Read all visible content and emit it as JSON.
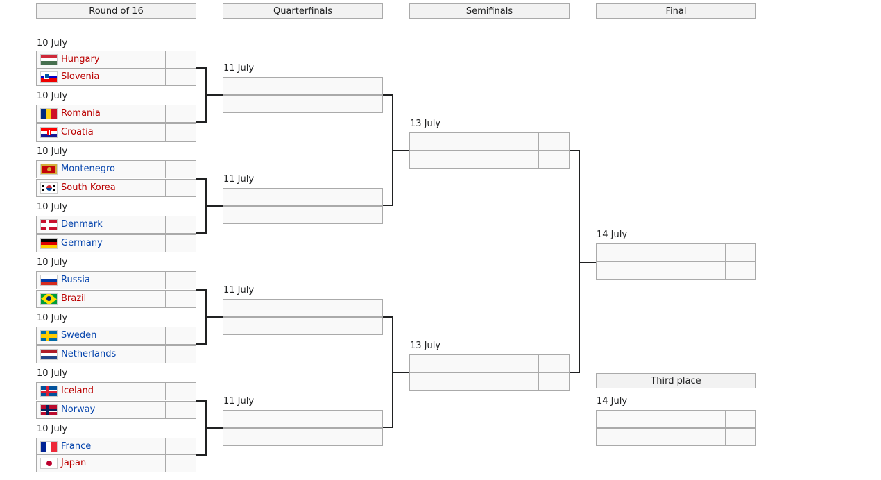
{
  "headers": {
    "round_of_16": "Round of 16",
    "quarterfinals": "Quarterfinals",
    "semifinals": "Semifinals",
    "final": "Final",
    "third_place": "Third place"
  },
  "round_of_16": [
    {
      "date": "10 July",
      "team1": {
        "name": "Hungary",
        "flag": "hungary-flag"
      },
      "team2": {
        "name": "Slovenia",
        "flag": "slovenia-flag"
      }
    },
    {
      "date": "10 July",
      "team1": {
        "name": "Romania",
        "flag": "romania-flag"
      },
      "team2": {
        "name": "Croatia",
        "flag": "croatia-flag"
      }
    },
    {
      "date": "10 July",
      "team1": {
        "name": "Montenegro",
        "flag": "montenegro-flag"
      },
      "team2": {
        "name": "South Korea",
        "flag": "south-korea-flag"
      }
    },
    {
      "date": "10 July",
      "team1": {
        "name": "Denmark",
        "flag": "denmark-flag"
      },
      "team2": {
        "name": "Germany",
        "flag": "germany-flag"
      }
    },
    {
      "date": "10 July",
      "team1": {
        "name": "Russia",
        "flag": "russia-flag"
      },
      "team2": {
        "name": "Brazil",
        "flag": "brazil-flag"
      }
    },
    {
      "date": "10 July",
      "team1": {
        "name": "Sweden",
        "flag": "sweden-flag"
      },
      "team2": {
        "name": "Netherlands",
        "flag": "netherlands-flag"
      }
    },
    {
      "date": "10 July",
      "team1": {
        "name": "Iceland",
        "flag": "iceland-flag"
      },
      "team2": {
        "name": "Norway",
        "flag": "norway-flag"
      }
    },
    {
      "date": "10 July",
      "team1": {
        "name": "France",
        "flag": "france-flag"
      },
      "team2": {
        "name": "Japan",
        "flag": "japan-flag"
      }
    }
  ],
  "quarterfinals": [
    {
      "date": "11 July"
    },
    {
      "date": "11 July"
    },
    {
      "date": "11 July"
    },
    {
      "date": "11 July"
    }
  ],
  "semifinals": [
    {
      "date": "13 July"
    },
    {
      "date": "13 July"
    }
  ],
  "final": {
    "date": "14 July"
  },
  "third_place": {
    "date": "14 July"
  },
  "colors": {
    "link_blue": "#0645ad",
    "link_red": "#ba0000",
    "header_bg": "#f2f2f2",
    "cell_bg": "#f9f9f9",
    "border": "#aaaaaa",
    "connector": "#202122"
  }
}
